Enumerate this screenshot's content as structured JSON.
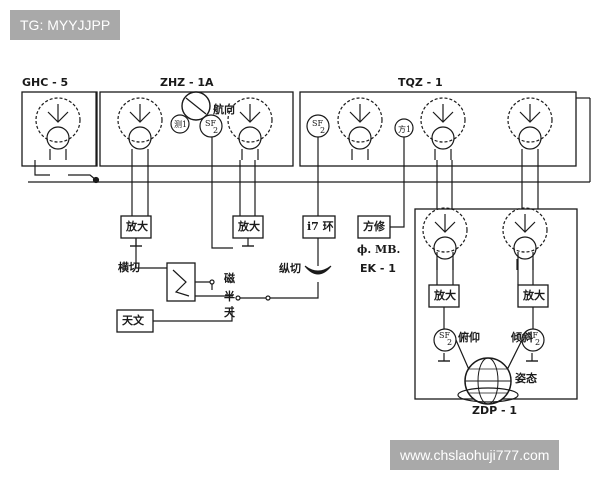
{
  "watermark_top": "TG: MYYJJPP",
  "watermark_bottom": "www.chslaohuji777.com",
  "units": {
    "ghc": "GHC - 5",
    "zhz": "ZHZ - 1A",
    "tqz": "TQZ - 1",
    "zdp": "ZDP - 1",
    "ek": "EK - 1"
  },
  "labels": {
    "heading": "航向",
    "amp": "放大",
    "ring": "i7 环",
    "fangxiu": "方修",
    "phi_mb": "ϕ. MB.",
    "cross_cut": "横切",
    "long_cut": "纵切",
    "mag": "磁",
    "half": "半",
    "sky": "天",
    "astro": "天文",
    "pitch": "俯仰",
    "tilt": "倾斜",
    "attitude": "姿态",
    "sf": "SF",
    "sf_sub": "2",
    "small_a": "测1",
    "small_b": "方1"
  }
}
